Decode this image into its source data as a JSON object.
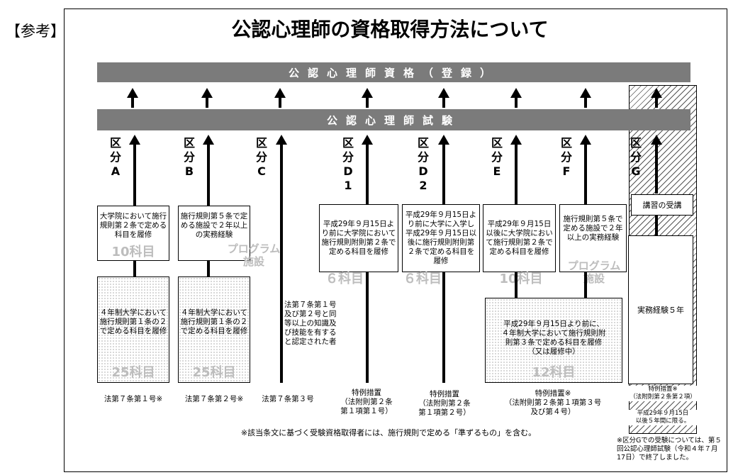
{
  "ref_mark": "【参考】",
  "title": "公認心理師の資格取得方法について",
  "band_top": "公認心理師資格（登録）",
  "band_exam": "公認心理師試験",
  "categories": [
    {
      "label": "区\n分\nA",
      "law": "法第７条第１号※",
      "box1": "大学院において施行規則第２条で定める科目を履修",
      "box1_big": "10科目",
      "box2": "４年制大学において施行規則第１条の２で定める科目を履修",
      "box2_big": "25科目"
    },
    {
      "label": "区\n分\nB",
      "law": "法第７条第２号※",
      "box1": "施行規則第５条で定める施設で２年以上の実務経験",
      "box1_big": "プログラム\n施設",
      "box2": "４年制大学において施行規則第１条の２で定める科目を履修",
      "box2_big": "25科目"
    },
    {
      "label": "区\n分\nC",
      "law": "法第７条第３号",
      "text": "法第７条第１号及び第２号と同等以上の知識及び技能を有すると認定された者"
    },
    {
      "label": "区\n分\nD\n1",
      "law": "特例措置\n（法附則第２条\n第１項第１号）",
      "box1": "平成29年９月15日より前に大学院において施行規則附則第２条で定める科目を履修",
      "box1_big": "６科目"
    },
    {
      "label": "区\n分\nD\n2",
      "law": "特例措置\n（法附則第２条\n第１項第２号）",
      "box1": "平成29年９月15日より前に大学に入学し平成29年９月15日以後に施行規則附則第２条で定める科目を履修",
      "box1_big": "６科目"
    },
    {
      "label": "区\n分\nE",
      "box1": "平成29年９月15日以後に大学院において施行規則第２条で定める科目を履修",
      "box1_big": "10科目"
    },
    {
      "label": "区\n分\nF",
      "box1": "施行規則第５条で定める施設で２年以上の実務経験",
      "box1_big": "プログラム\n施設"
    },
    {
      "label": "区\n分\nG",
      "box_course": "講習の受講",
      "box_exp": "実務経験５年",
      "note1": "特例措置※\n（法附則第２条第２項）",
      "note2": "平成29年９月15日\n以後５年間に限る。"
    }
  ],
  "ef_shared": {
    "box": "平成29年９月15日より前に、４年制大学において施行規則附則第３条で定める科目を履修（又は履修中）",
    "big": "12科目",
    "law": "特例措置※\n（法附則第２条第１項第３号\n及び第４号）"
  },
  "footnote": "※該当条文に基づく受験資格取得者には、施行規則で定める「準ずるもの」を含む。",
  "g_footnote": "※区分Gでの受験については、第５回公認心理師試験（令和４年７月17日）で終了しました。"
}
